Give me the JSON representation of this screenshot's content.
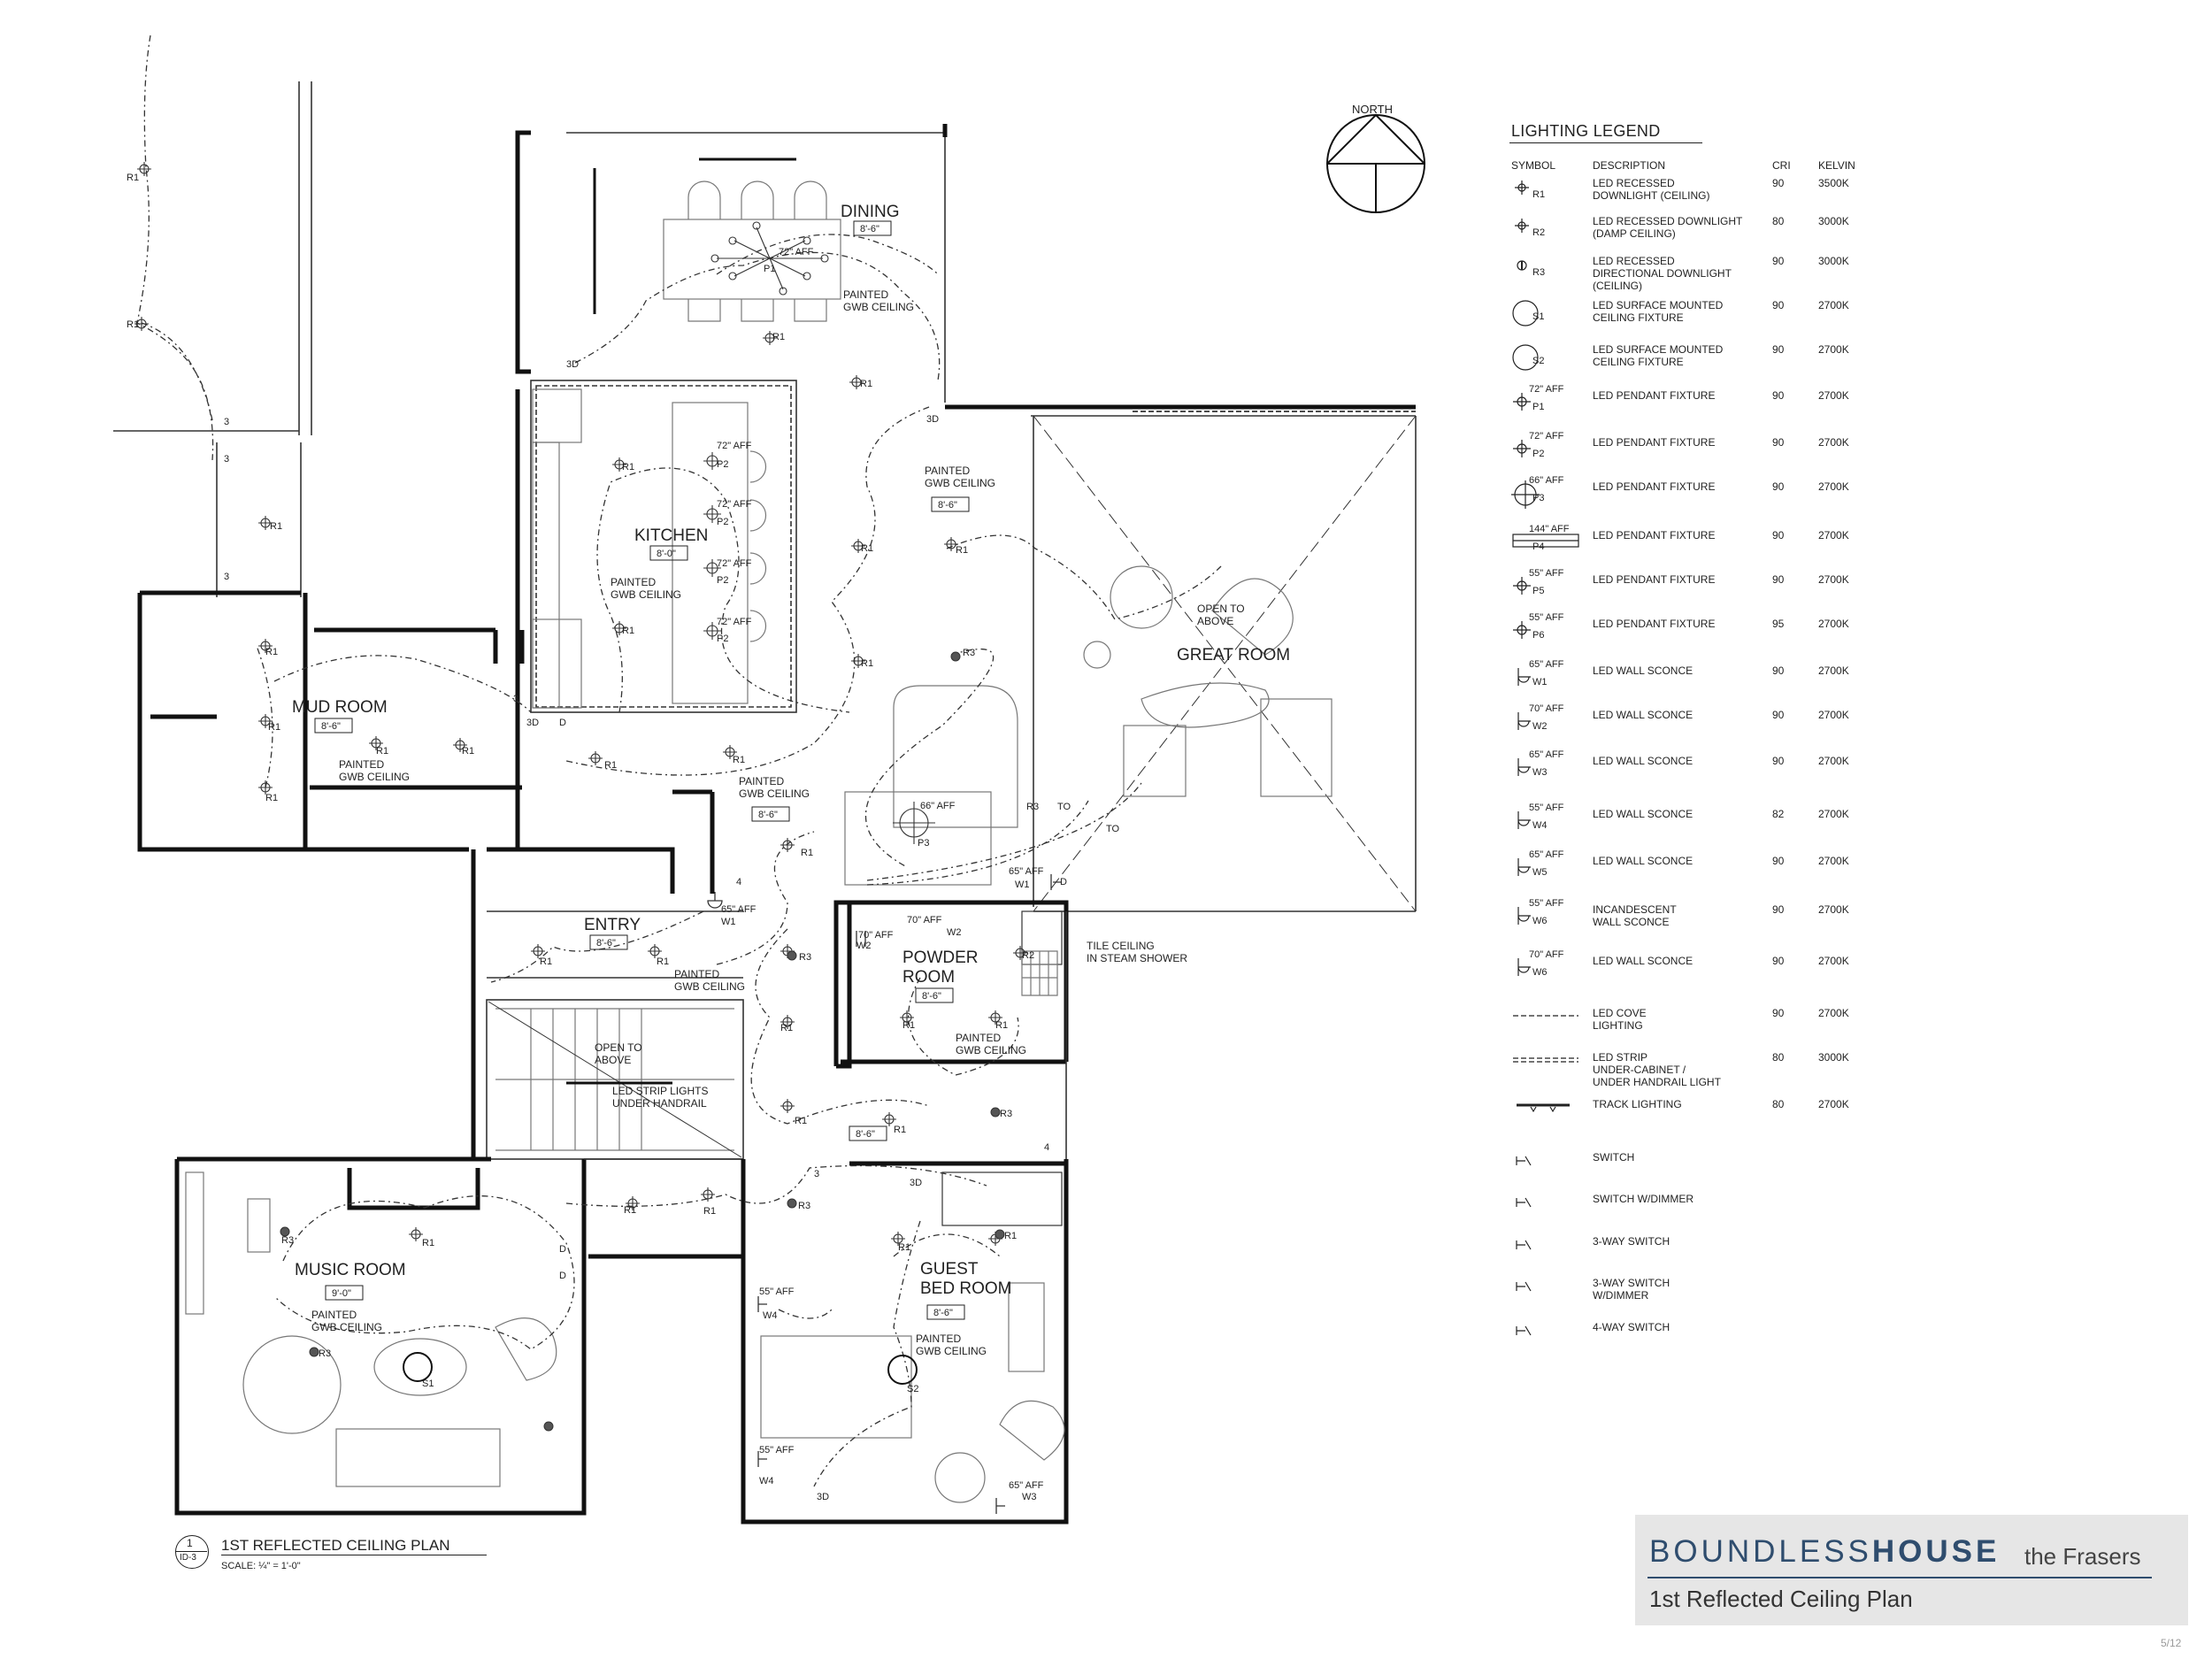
{
  "north": "NORTH",
  "rooms": {
    "dining": {
      "name": "DINING",
      "ceiling": "8'-6\"",
      "finish": "PAINTED\nGWB CEILING"
    },
    "kitchen": {
      "name": "KITCHEN",
      "ceiling": "8'-0\"",
      "finish": "PAINTED\nGWB CEILING"
    },
    "mud_room": {
      "name": "MUD ROOM",
      "ceiling": "8'-6\"",
      "finish": "PAINTED\nGWB CEILING"
    },
    "great_room": {
      "name": "GREAT ROOM",
      "note": "OPEN TO\nABOVE"
    },
    "entry": {
      "name": "ENTRY",
      "ceiling": "8'-6\"",
      "finish": "PAINTED\nGWB CEILING"
    },
    "powder_room": {
      "name": "POWDER\nROOM",
      "ceiling": "8'-6\"",
      "finish": "PAINTED\nGWB CEILING"
    },
    "music_room": {
      "name": "MUSIC ROOM",
      "ceiling": "9'-0\"",
      "finish": "PAINTED\nGWB CEILING"
    },
    "guest_bed_room": {
      "name": "GUEST\nBED ROOM",
      "ceiling": "8'-6\"",
      "finish": "PAINTED\nGWB CEILING"
    },
    "hall_ceiling": "8'-6\"",
    "hall_finish": "PAINTED\nGWB CEILING",
    "stair_note": "OPEN TO\nABOVE",
    "strip_note": "LED STRIP LIGHTS\nUNDER HANDRAIL",
    "steam_note": "TILE CEILING\nIN STEAM SHOWER",
    "great_hall_finish": "PAINTED\nGWB CEILING",
    "great_hall_ceiling": "8'-6\""
  },
  "fixture_tags": {
    "r1": "R1",
    "r2": "R2",
    "r3": "R3",
    "s1": "S1",
    "s2": "S2",
    "p1": "P1",
    "p2": "P2",
    "p3": "P3",
    "w1": "W1",
    "w2": "W2",
    "w3": "W3",
    "w4": "W4",
    "aff_72": "72\" AFF",
    "aff_66": "66\" AFF",
    "aff_65": "65\" AFF",
    "aff_70": "70\" AFF",
    "aff_55": "55\" AFF",
    "to": "TO",
    "sw_3": "3",
    "sw_4": "4",
    "sw_d": "D",
    "sw_3d": "3D"
  },
  "legend": {
    "title": "LIGHTING LEGEND",
    "headers": {
      "symbol": "SYMBOL",
      "description": "DESCRIPTION",
      "cri": "CRI",
      "kelvin": "KELVIN"
    },
    "rows": [
      {
        "code": "R1",
        "aff": "",
        "symbol": "recessed-downlight",
        "desc": "LED RECESSED\nDOWNLIGHT (CEILING)",
        "cri": "90",
        "kelvin": "3500K"
      },
      {
        "code": "R2",
        "aff": "",
        "symbol": "recessed-downlight",
        "desc": "LED RECESSED DOWNLIGHT\n(DAMP CEILING)",
        "cri": "80",
        "kelvin": "3000K"
      },
      {
        "code": "R3",
        "aff": "",
        "symbol": "directional-downlight",
        "desc": "LED RECESSED\nDIRECTIONAL DOWNLIGHT\n(CEILING)",
        "cri": "90",
        "kelvin": "3000K"
      },
      {
        "code": "S1",
        "aff": "",
        "symbol": "surface-fixture",
        "desc": "LED SURFACE MOUNTED\nCEILING FIXTURE",
        "cri": "90",
        "kelvin": "2700K"
      },
      {
        "code": "S2",
        "aff": "",
        "symbol": "surface-fixture",
        "desc": "LED SURFACE MOUNTED\nCEILING FIXTURE",
        "cri": "90",
        "kelvin": "2700K"
      },
      {
        "code": "P1",
        "aff": "72\" AFF",
        "symbol": "pendant",
        "desc": "LED PENDANT FIXTURE",
        "cri": "90",
        "kelvin": "2700K"
      },
      {
        "code": "P2",
        "aff": "72\" AFF",
        "symbol": "pendant",
        "desc": "LED PENDANT FIXTURE",
        "cri": "90",
        "kelvin": "2700K"
      },
      {
        "code": "P3",
        "aff": "66\" AFF",
        "symbol": "pendant-large",
        "desc": "LED PENDANT FIXTURE",
        "cri": "90",
        "kelvin": "2700K"
      },
      {
        "code": "P4",
        "aff": "144\" AFF",
        "symbol": "linear-pendant",
        "desc": "LED PENDANT FIXTURE",
        "cri": "90",
        "kelvin": "2700K"
      },
      {
        "code": "P5",
        "aff": "55\" AFF",
        "symbol": "pendant",
        "desc": "LED PENDANT FIXTURE",
        "cri": "90",
        "kelvin": "2700K"
      },
      {
        "code": "P6",
        "aff": "55\" AFF",
        "symbol": "pendant",
        "desc": "LED PENDANT FIXTURE",
        "cri": "95",
        "kelvin": "2700K"
      },
      {
        "code": "W1",
        "aff": "65\" AFF",
        "symbol": "wall-sconce",
        "desc": "LED WALL SCONCE",
        "cri": "90",
        "kelvin": "2700K"
      },
      {
        "code": "W2",
        "aff": "70\" AFF",
        "symbol": "wall-sconce",
        "desc": "LED WALL SCONCE",
        "cri": "90",
        "kelvin": "2700K"
      },
      {
        "code": "W3",
        "aff": "65\" AFF",
        "symbol": "wall-sconce",
        "desc": "LED WALL SCONCE",
        "cri": "90",
        "kelvin": "2700K"
      },
      {
        "code": "W4",
        "aff": "55\" AFF",
        "symbol": "wall-sconce",
        "desc": "LED WALL SCONCE",
        "cri": "82",
        "kelvin": "2700K"
      },
      {
        "code": "W5",
        "aff": "65\" AFF",
        "symbol": "wall-sconce",
        "desc": "LED WALL SCONCE",
        "cri": "90",
        "kelvin": "2700K"
      },
      {
        "code": "W6",
        "aff": "55\" AFF",
        "symbol": "wall-sconce",
        "desc": "INCANDESCENT\nWALL SCONCE",
        "cri": "90",
        "kelvin": "2700K"
      },
      {
        "code": "W6",
        "aff": "70\" AFF",
        "symbol": "wall-sconce",
        "desc": "LED WALL SCONCE",
        "cri": "90",
        "kelvin": "2700K"
      },
      {
        "code": "",
        "aff": "",
        "symbol": "cove-line",
        "desc": "LED COVE\nLIGHTING",
        "cri": "90",
        "kelvin": "2700K"
      },
      {
        "code": "",
        "aff": "",
        "symbol": "strip-line",
        "desc": "LED STRIP\nUNDER-CABINET /\nUNDER HANDRAIL LIGHT",
        "cri": "80",
        "kelvin": "3000K"
      },
      {
        "code": "",
        "aff": "",
        "symbol": "track",
        "desc": "TRACK LIGHTING",
        "cri": "80",
        "kelvin": "2700K"
      },
      {
        "code": "",
        "aff": "",
        "symbol": "switch",
        "desc": "SWITCH",
        "cri": "",
        "kelvin": ""
      },
      {
        "code": "",
        "aff": "",
        "symbol": "switch-dimmer",
        "desc": "SWITCH W/DIMMER",
        "cri": "",
        "kelvin": ""
      },
      {
        "code": "",
        "aff": "",
        "symbol": "switch-3way",
        "desc": "3-WAY SWITCH",
        "cri": "",
        "kelvin": ""
      },
      {
        "code": "",
        "aff": "",
        "symbol": "switch-3way-dimmer",
        "desc": "3-WAY SWITCH\nW/DIMMER",
        "cri": "",
        "kelvin": ""
      },
      {
        "code": "",
        "aff": "",
        "symbol": "switch-4way",
        "desc": "4-WAY SWITCH",
        "cri": "",
        "kelvin": ""
      }
    ]
  },
  "plan_title": {
    "number": "1",
    "sheet_ref": "ID-3",
    "title": "1ST REFLECTED CEILING PLAN",
    "scale": "SCALE: ¼\" = 1'-0\""
  },
  "title_block": {
    "brand_light": "BOUNDLESS",
    "brand_bold": "HOUSE",
    "client": "the Frasers",
    "sheet_title": "1st Reflected Ceiling Plan",
    "brand_color": "#2f4d6e"
  },
  "page_number": "5/12"
}
